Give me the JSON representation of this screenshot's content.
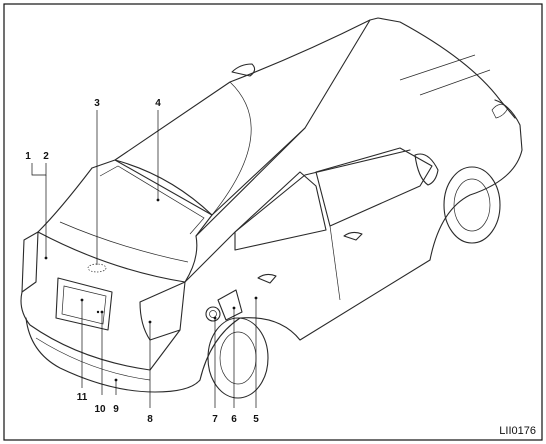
{
  "diagram": {
    "reference_code": "LII0176",
    "callouts": [
      {
        "id": "1",
        "label": "1"
      },
      {
        "id": "2",
        "label": "2"
      },
      {
        "id": "3",
        "label": "3"
      },
      {
        "id": "4",
        "label": "4"
      },
      {
        "id": "5",
        "label": "5"
      },
      {
        "id": "6",
        "label": "6"
      },
      {
        "id": "7",
        "label": "7"
      },
      {
        "id": "8",
        "label": "8"
      },
      {
        "id": "9",
        "label": "9"
      },
      {
        "id": "10",
        "label": "10"
      },
      {
        "id": "11",
        "label": "11"
      }
    ]
  }
}
